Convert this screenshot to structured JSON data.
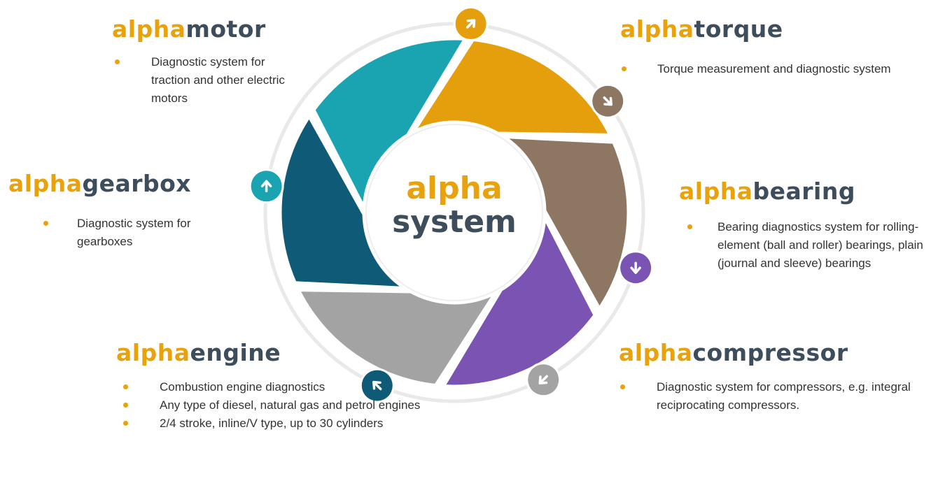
{
  "center": {
    "line1": "alpha",
    "line2": "system"
  },
  "colors": {
    "prefix": "#e8a20e",
    "suffix": "#3e4d5c",
    "bullet": "#e8a20e",
    "motor": "#e59e0c",
    "torque": "#8e7762",
    "bearing": "#7b53b2",
    "compressor": "#a3a3a3",
    "engine": "#0f5a76",
    "gearbox": "#1aa4b1",
    "ring": "#e9e9e9"
  },
  "segments": [
    {
      "id": "motor",
      "icon": "arrow-up-right-icon"
    },
    {
      "id": "torque",
      "icon": "arrow-down-right-icon"
    },
    {
      "id": "bearing",
      "icon": "arrow-down-icon"
    },
    {
      "id": "compressor",
      "icon": "arrow-down-left-icon"
    },
    {
      "id": "engine",
      "icon": "arrow-up-left-icon"
    },
    {
      "id": "gearbox",
      "icon": "arrow-up-icon"
    }
  ],
  "modules": {
    "motor": {
      "prefix": "alpha",
      "suffix": "motor",
      "items": [
        "Diagnostic system for traction and other electric motors"
      ]
    },
    "torque": {
      "prefix": "alpha",
      "suffix": "torque",
      "items": [
        "Torque measurement and diagnostic system"
      ]
    },
    "gearbox": {
      "prefix": "alpha",
      "suffix": "gearbox",
      "items": [
        "Diagnostic system for gearboxes"
      ]
    },
    "bearing": {
      "prefix": "alpha",
      "suffix": "bearing",
      "items": [
        "Bearing diagnostics system for rolling-element (ball and roller) bearings, plain (journal and sleeve) bearings"
      ]
    },
    "engine": {
      "prefix": "alpha",
      "suffix": "engine",
      "items": [
        "Combustion engine diagnostics",
        "Any type of diesel, natural gas and petrol engines",
        "2/4 stroke, inline/V type, up to 30 cylinders"
      ]
    },
    "compressor": {
      "prefix": "alpha",
      "suffix": "compressor",
      "items": [
        "Diagnostic system for compressors, e.g. integral reciprocating compressors."
      ]
    }
  }
}
